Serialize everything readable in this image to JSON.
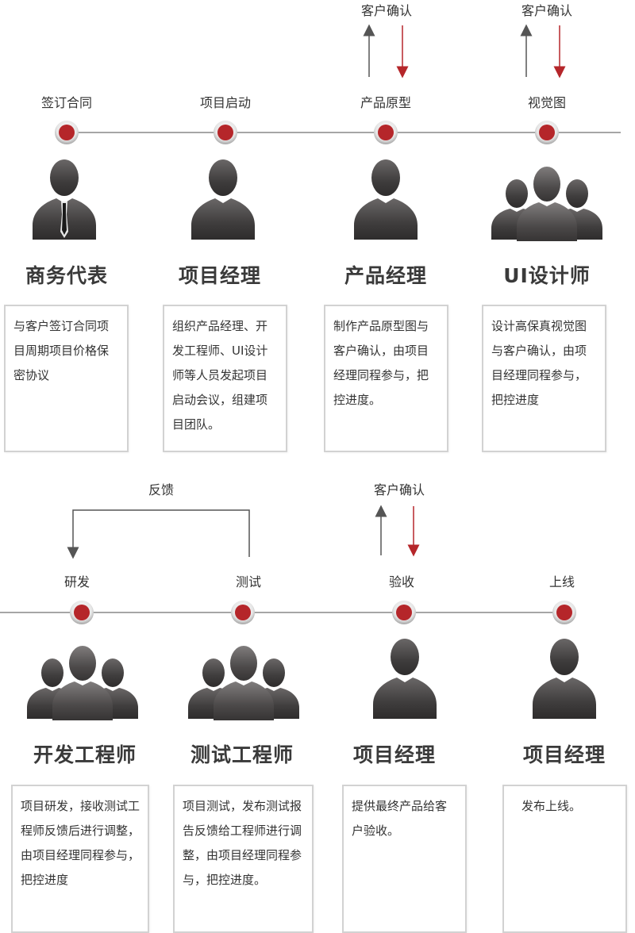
{
  "row1": {
    "stages": [
      "签订合同",
      "项目启动",
      "产品原型",
      "视觉图"
    ],
    "roles": [
      "商务代表",
      "项目经理",
      "产品经理",
      "UI设计师"
    ],
    "descriptions": [
      "与客户签订合同项目周期项目价格保密协议",
      "组织产品经理、开发工程师、UI设计师等人员发起项目启动会议，组建项目团队。",
      "制作产品原型图与客户确认，由项目经理同程参与，把控进度。",
      "设计高保真视觉图与客户确认，由项目经理同程参与，把控进度"
    ],
    "confirm_labels": [
      "客户确认",
      "客户确认"
    ]
  },
  "row2": {
    "stages": [
      "研发",
      "测试",
      "验收",
      "上线"
    ],
    "roles": [
      "开发工程师",
      "测试工程师",
      "项目经理",
      "项目经理"
    ],
    "descriptions": [
      "项目研发，接收测试工程师反馈后进行调整，由项目经理同程参与，把控进度",
      "项目测试，发布测试报告反馈给工程师进行调整，由项目经理同程参与，把控进度。",
      "提供最终产品给客户验收。",
      "发布上线。"
    ],
    "feedback_label": "反馈",
    "confirm_label": "客户确认"
  },
  "colors": {
    "node_red": "#b5262a",
    "arrow_red": "#b5262a",
    "line_gray": "#888888",
    "silhouette": "#3f3d3d"
  }
}
